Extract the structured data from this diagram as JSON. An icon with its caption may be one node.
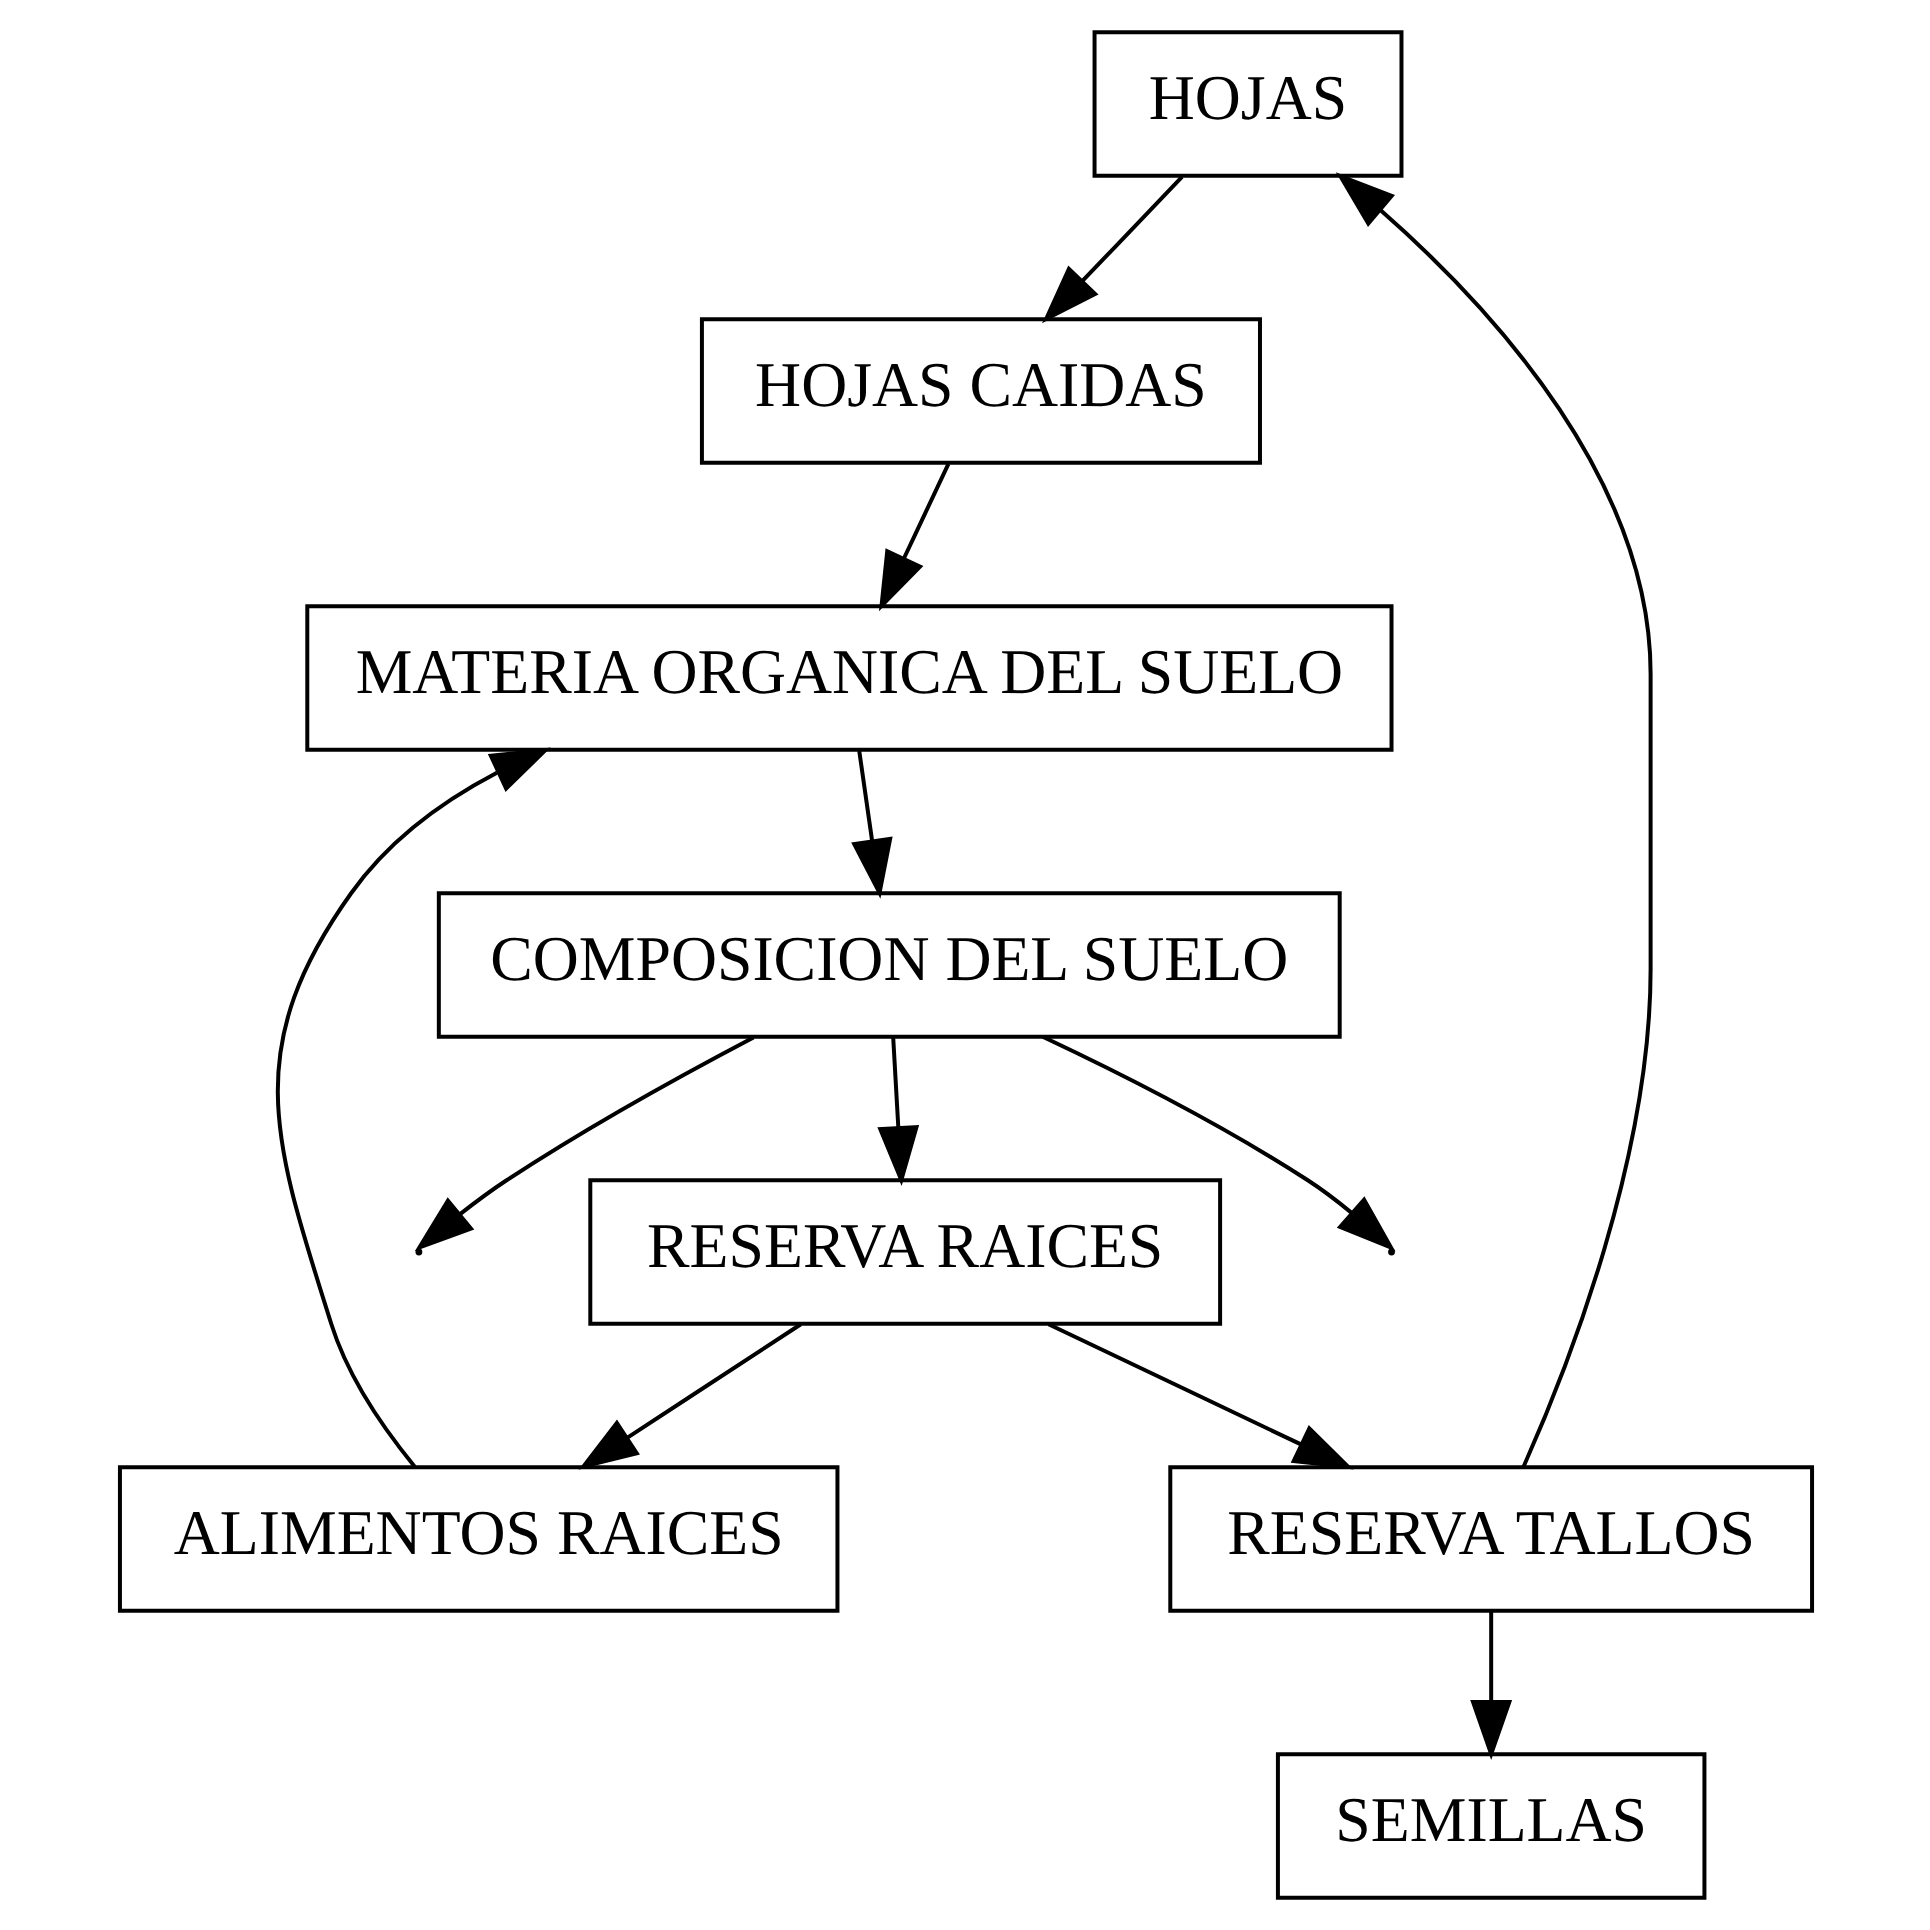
{
  "diagram": {
    "nodes": [
      {
        "text": [
          "HOJAS"
        ]
      },
      {
        "text": [
          "SEMILLAS"
        ]
      },
      {
        "text": [
          "HOJAS CAIDAS"
        ]
      },
      {
        "text": [
          "RESERVA TALLOS"
        ]
      },
      {
        "text": [
          "MATERIA ORGANICA DEL SUELO"
        ]
      },
      {
        "text": [
          "RESERVA RAICES"
        ]
      },
      {
        "text": [
          "ALIMENTOS RAICES"
        ]
      },
      {
        "text": [
          "COMPOSICION DEL SUELO"
        ]
      }
    ],
    "edges": [
      {
        "from": 0,
        "to": 2,
        "arrow": "to"
      },
      {
        "from": 3,
        "to": 0,
        "arrow": "to"
      },
      {
        "from": 3,
        "to": 1,
        "arrow": "to"
      },
      {
        "from": 2,
        "to": 4,
        "arrow": "to"
      },
      {
        "from": 5,
        "to": 3,
        "arrow": "to"
      },
      {
        "from": 5,
        "to": 6,
        "arrow": "to"
      },
      {
        "from": 6,
        "to": 4,
        "arrow": "to"
      },
      {
        "from": 4,
        "to": 7,
        "arrow": "to"
      },
      {
        "from": 7,
        "to": 5,
        "arrow": "to"
      },
      {
        "from": 7,
        "to": null,
        "arrow": "to"
      },
      {
        "from": 7,
        "to": null,
        "arrow": "to"
      }
    ]
  }
}
